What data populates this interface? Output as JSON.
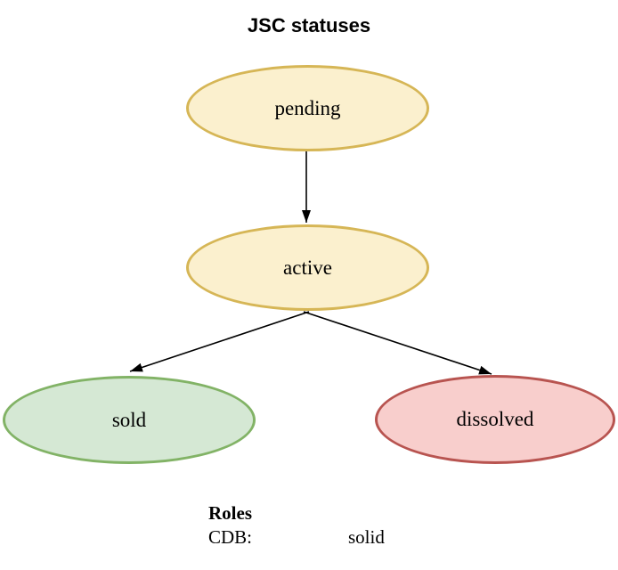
{
  "title": "JSC statuses",
  "nodes": [
    {
      "id": "pending",
      "label": "pending",
      "fill": "#FBF0CE",
      "stroke": "#D6B656"
    },
    {
      "id": "active",
      "label": "active",
      "fill": "#FBF0CE",
      "stroke": "#D6B656"
    },
    {
      "id": "sold",
      "label": "sold",
      "fill": "#D5E8D4",
      "stroke": "#82B366"
    },
    {
      "id": "dissolved",
      "label": "dissolved",
      "fill": "#F8CECC",
      "stroke": "#B85450"
    }
  ],
  "edges": [
    {
      "from": "pending",
      "to": "active"
    },
    {
      "from": "active",
      "to": "sold"
    },
    {
      "from": "active",
      "to": "dissolved"
    }
  ],
  "legend": {
    "heading": "Roles",
    "rows": [
      {
        "label": "CDB:",
        "value": "solid"
      }
    ]
  },
  "colors": {
    "edge": "#000000",
    "text": "#000000",
    "background": "#ffffff"
  }
}
